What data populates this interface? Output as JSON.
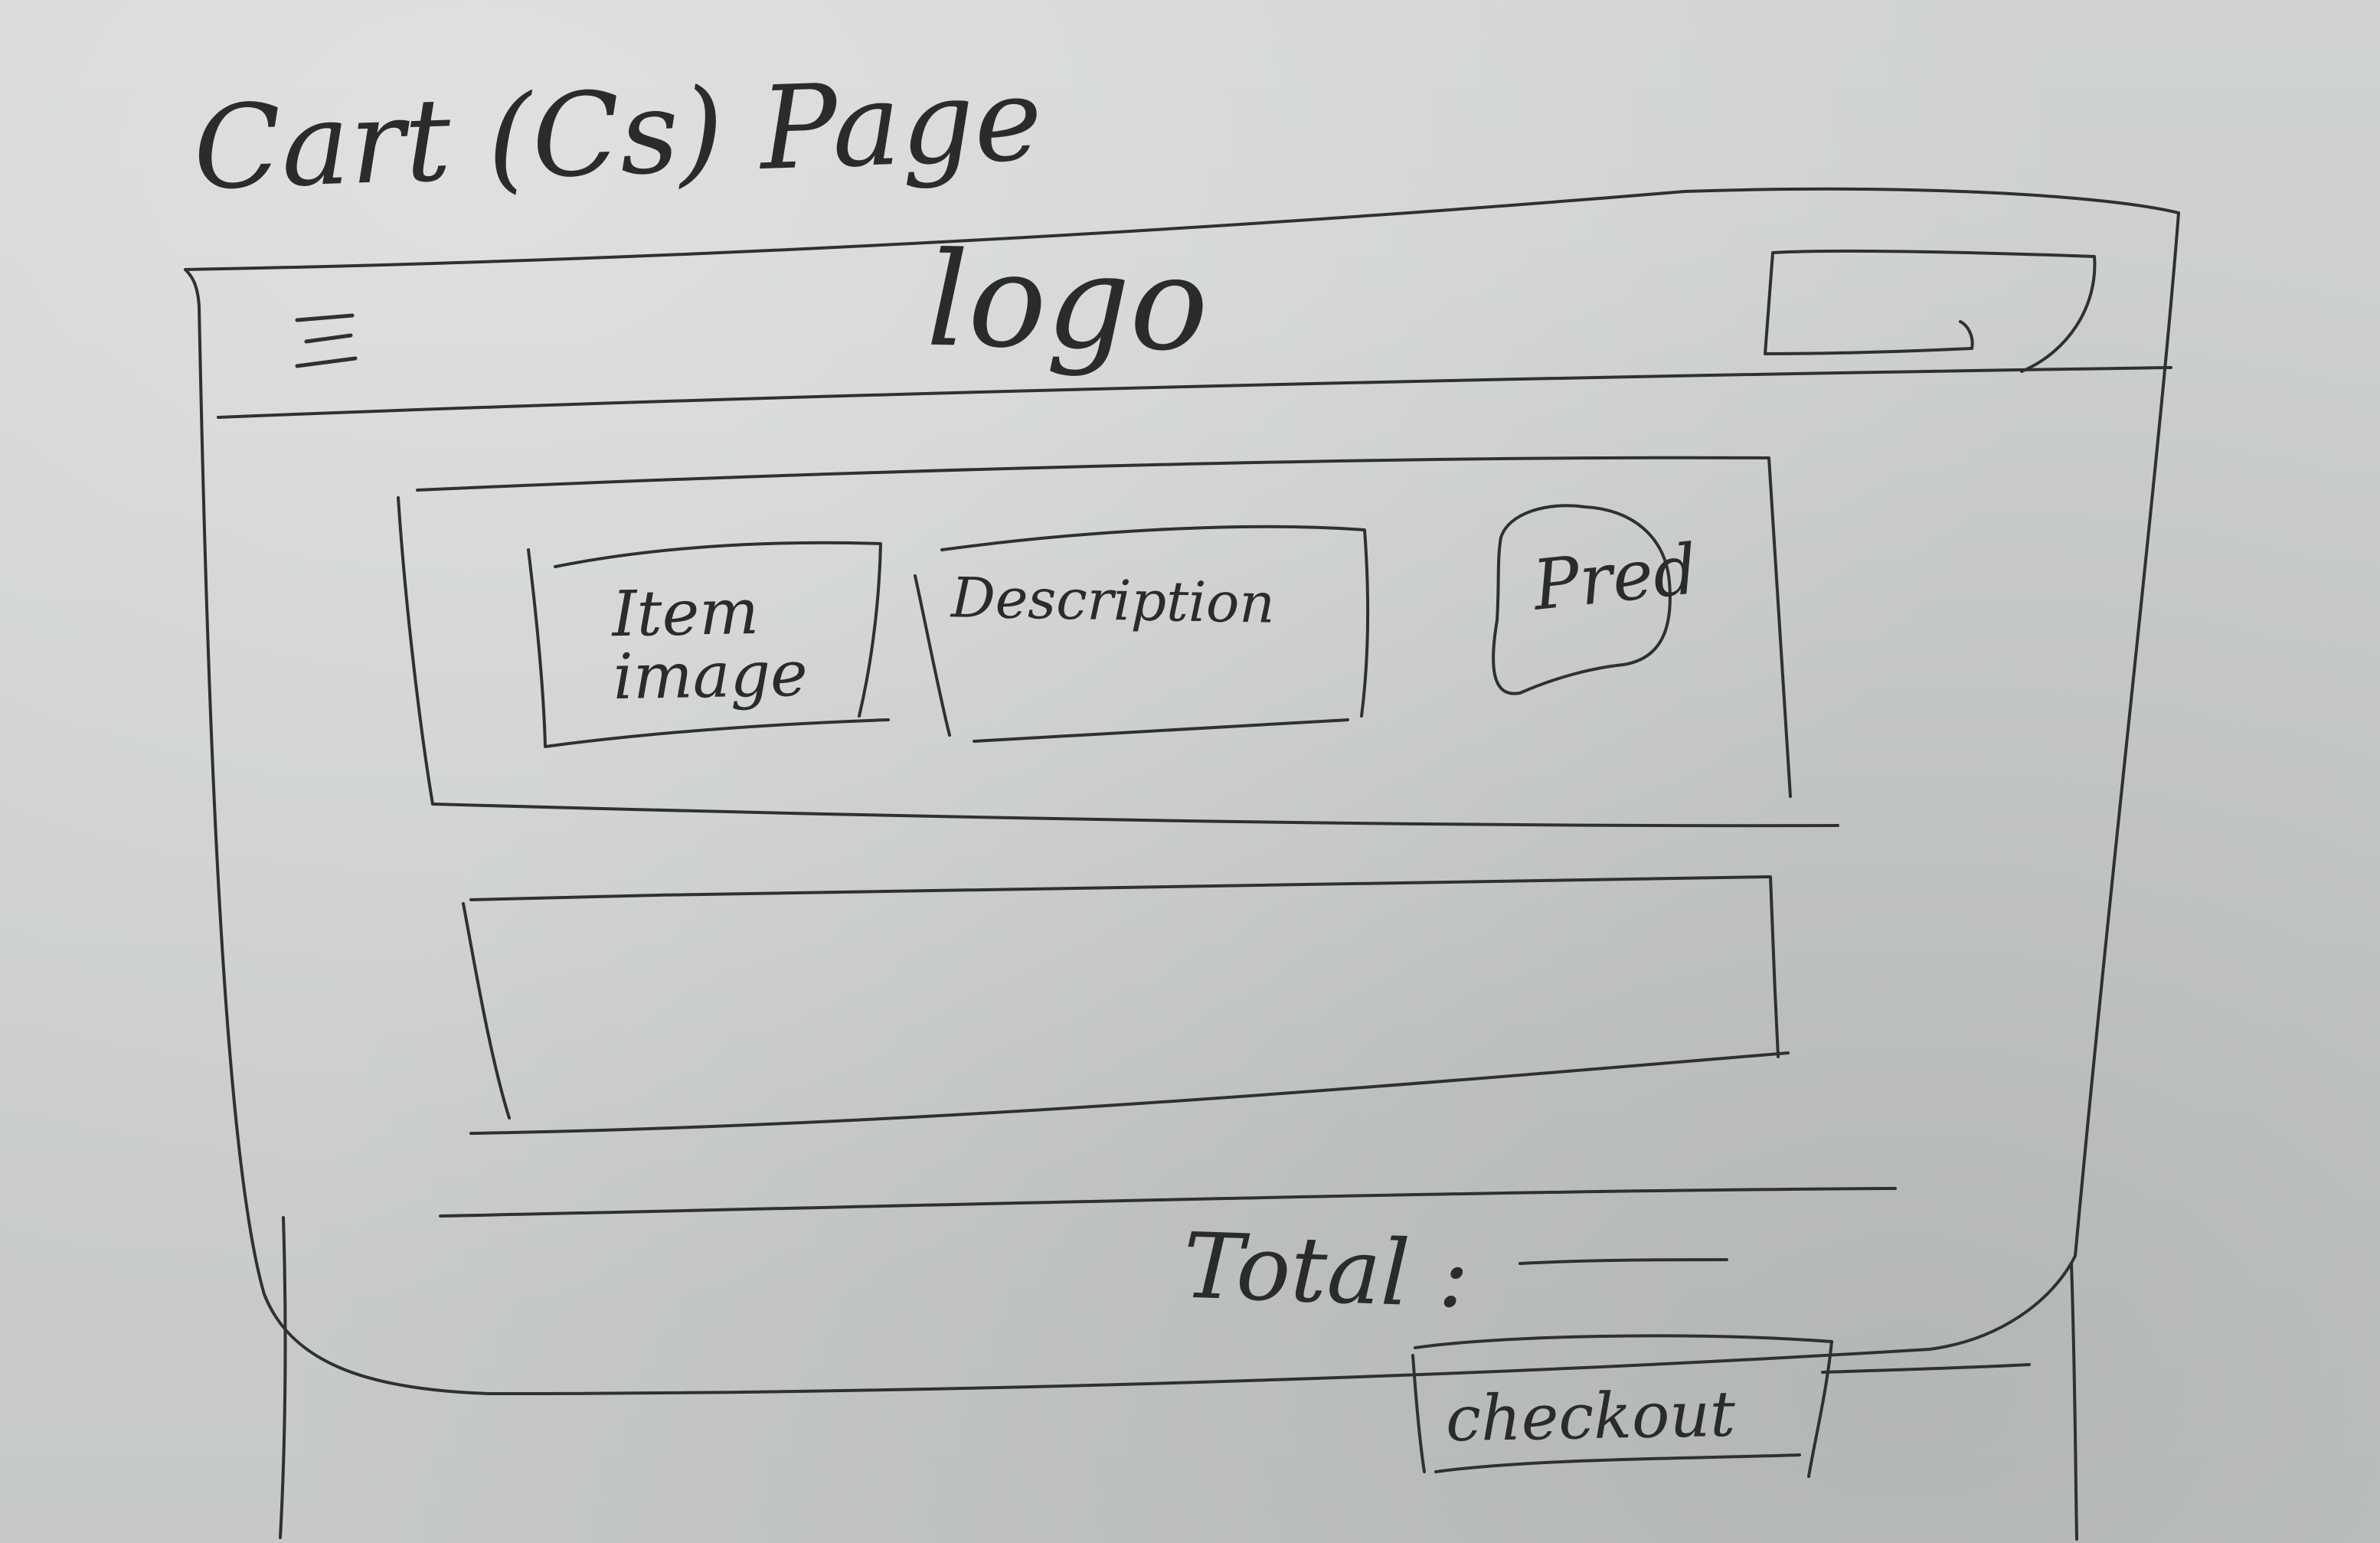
{
  "page": {
    "title": "Cart (Cs) Page"
  },
  "header": {
    "menu_icon": "hamburger-menu-icon",
    "logo_text": "logo"
  },
  "cart_items": [
    {
      "image_label": "Item\nimage",
      "description_label": "Description",
      "price_label": "Pred"
    }
  ],
  "summary": {
    "total_label": "Total :",
    "total_value": ""
  },
  "actions": {
    "checkout_label": "checkout"
  },
  "colors": {
    "ink": "#2f3130",
    "paper": "#c9ccca"
  }
}
